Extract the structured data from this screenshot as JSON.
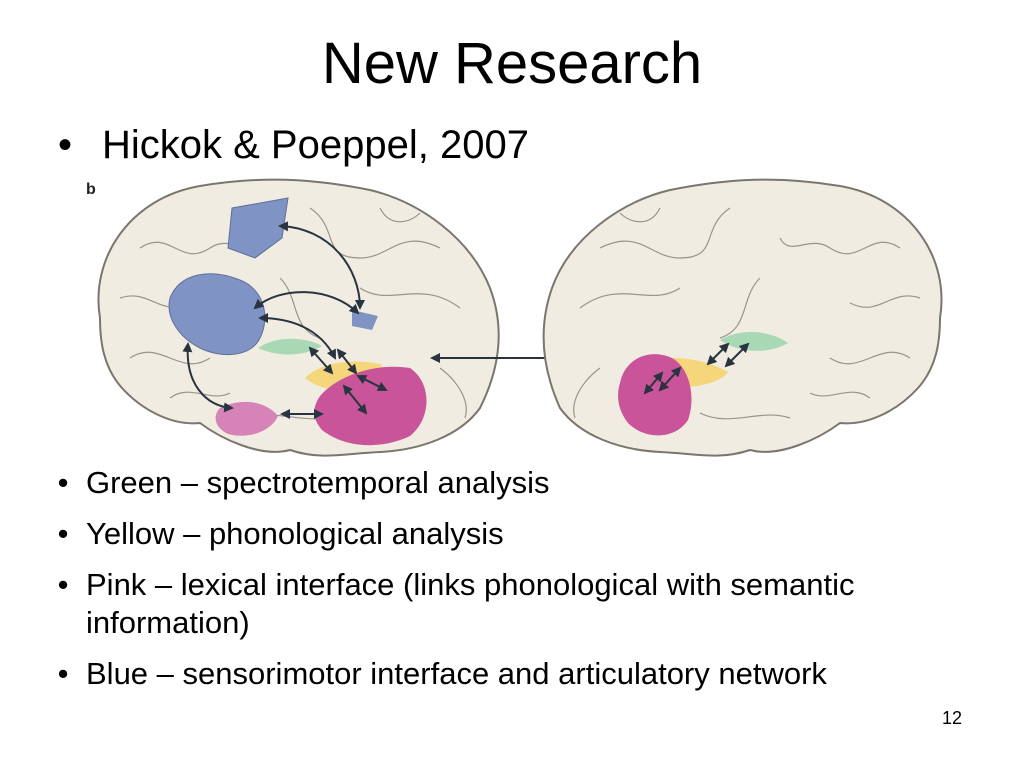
{
  "slide": {
    "title": "New Research",
    "subtitle_bullet": "Hickok & Poeppel, 2007",
    "figure_label": "b",
    "bullets": [
      "Green – spectrotemporal analysis",
      "Yellow – phonological analysis",
      "Pink – lexical interface (links phonological with semantic information)",
      "Blue – sensorimotor interface and articulatory network"
    ],
    "slide_number": "12"
  },
  "colors": {
    "brain_fill": "#f1ece2",
    "brain_outline": "#7b766d",
    "green": "#a9d9b4",
    "yellow": "#f5d67a",
    "pink": "#c9549a",
    "pink_light": "#d684b8",
    "blue": "#7f93c4",
    "arrow": "#2a3440"
  }
}
